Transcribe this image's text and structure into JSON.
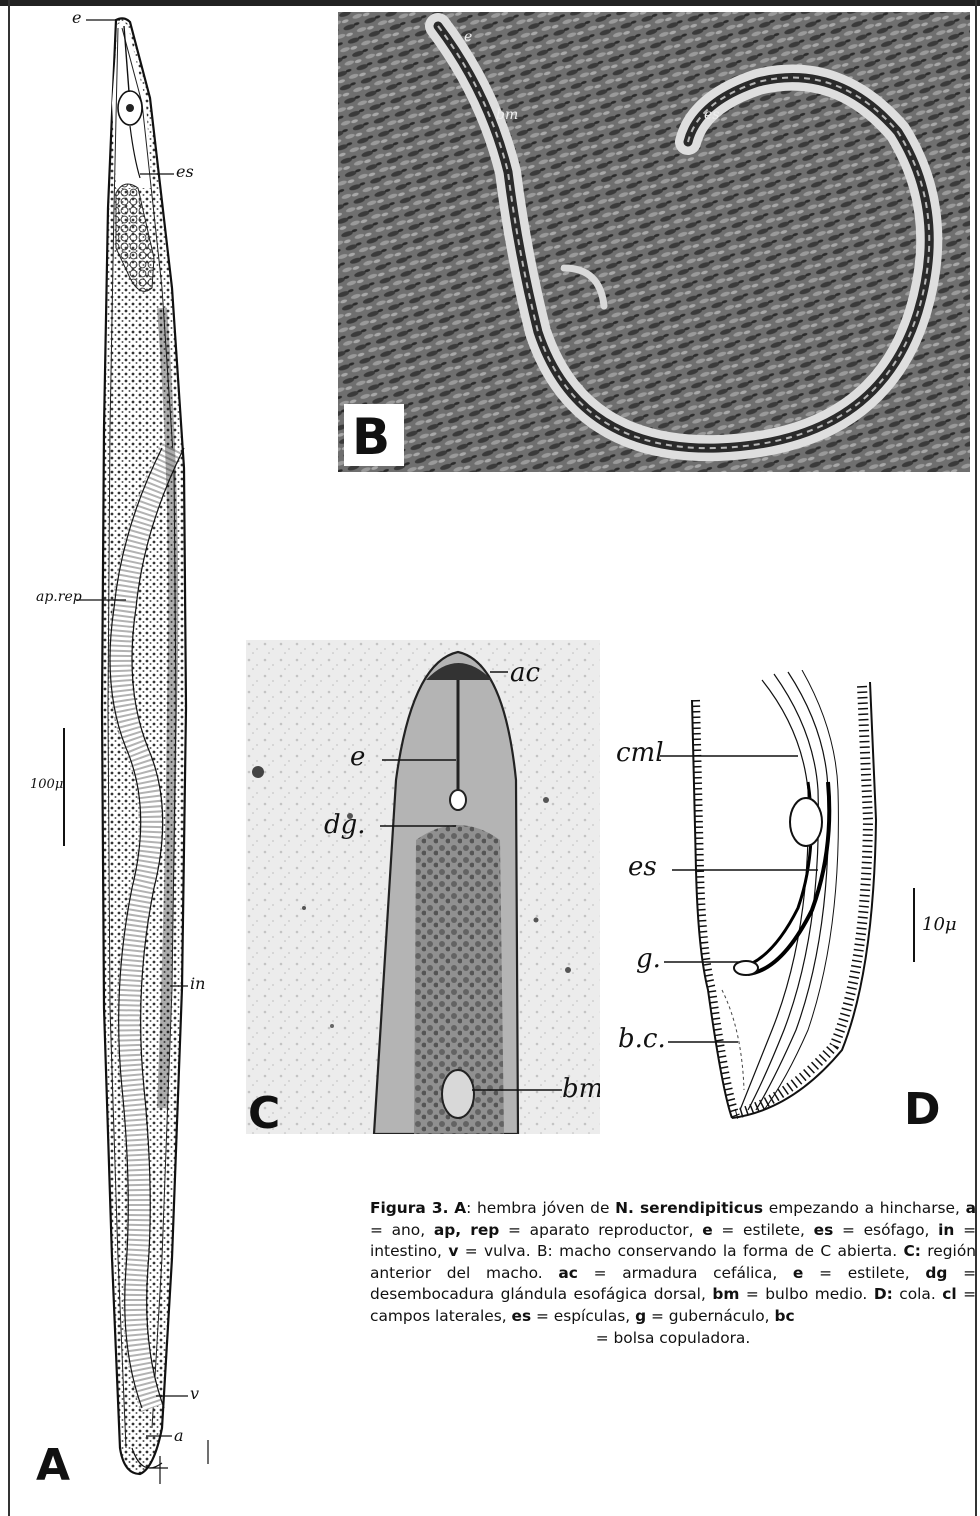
{
  "figure": {
    "panels": {
      "A": {
        "letter": "A",
        "labels": {
          "e": "e",
          "es": "es",
          "ap_rep": "ap.rep",
          "scale": "100μ",
          "in": "in",
          "v": "v",
          "a": "a"
        }
      },
      "B": {
        "letter": "B",
        "labels": {
          "e": "e",
          "bm": "bm",
          "es": "es"
        }
      },
      "C": {
        "letter": "C",
        "labels": {
          "ac": "ac",
          "e": "e",
          "dg": "dg.",
          "bm": "bm"
        }
      },
      "D": {
        "letter": "D",
        "labels": {
          "cml": "cml",
          "es": "es",
          "g": "g.",
          "bc": "b.c.",
          "scale": "10μ"
        }
      }
    },
    "caption": {
      "label": "Figura 3.",
      "parts": [
        {
          "k": "A",
          "t": ": hembra jóven de "
        },
        {
          "k": "N. serendipiticus",
          "t": " empezando a hincharse, "
        },
        {
          "k": "a",
          "t": " = ano, "
        },
        {
          "k": "ap, rep",
          "t": " = aparato reproductor, "
        },
        {
          "k": "e",
          "t": " = estilete, "
        },
        {
          "k": "es",
          "t": " = esófago, "
        },
        {
          "k": "in",
          "t": " = intestino, "
        },
        {
          "k": "v",
          "t": " = vulva. B: macho conservando la forma de C abierta. "
        },
        {
          "k": "C:",
          "t": " región anterior del macho. "
        },
        {
          "k": "ac",
          "t": " = armadura cefálica, "
        },
        {
          "k": "e",
          "t": " = estilete, "
        },
        {
          "k": "dg",
          "t": " = desembocadura glándula esofágica dorsal, "
        },
        {
          "k": "bm",
          "t": " = bulbo medio. "
        },
        {
          "k": "D:",
          "t": " cola. "
        },
        {
          "k": "cl",
          "t": " = campos laterales, "
        },
        {
          "k": "es",
          "t": " = espículas, "
        },
        {
          "k": "g",
          "t": " = gubernáculo, "
        },
        {
          "k": "bc",
          "t": ""
        }
      ],
      "last_line": "= bolsa copuladora."
    }
  }
}
